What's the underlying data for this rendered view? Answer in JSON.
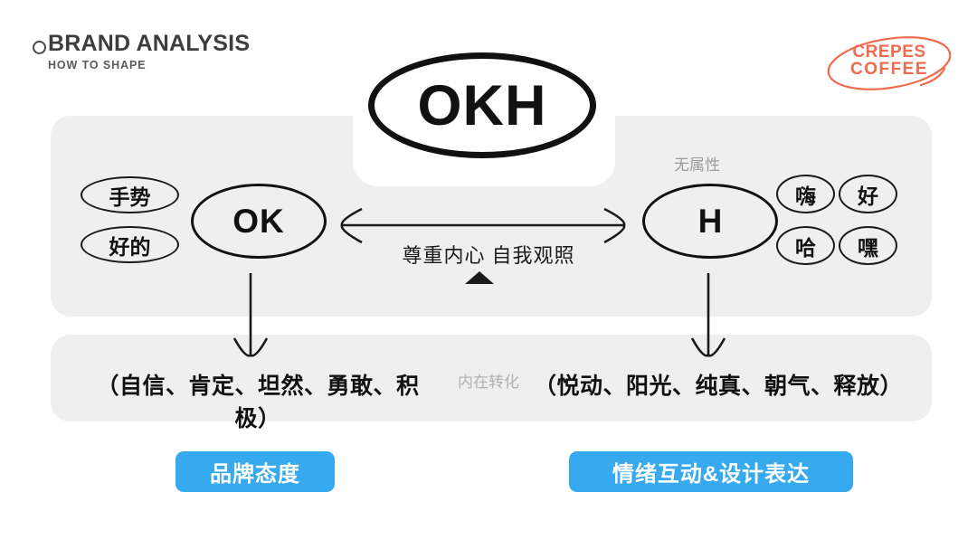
{
  "header": {
    "title": "BRAND ANALYSIS",
    "subtitle": "HOW TO SHAPE",
    "bullet_icon": "circle-outline-icon"
  },
  "brand_logo": {
    "line1": "CREPES",
    "line2": "COFFEE",
    "color": "#ef6a4e"
  },
  "diagram": {
    "center_node": "OKH",
    "left": {
      "node": "OK",
      "tags": [
        "手势",
        "好的"
      ],
      "attributes": "（自信、肯定、坦然、勇敢、积极）",
      "category": "品牌态度"
    },
    "right": {
      "node": "H",
      "node_label": "无属性",
      "tags": [
        "嗨",
        "好",
        "哈",
        "嘿"
      ],
      "attributes": "（悦动、阳光、纯真、朝气、释放）",
      "category": "情绪互动&设计表达"
    },
    "center_phrase": "尊重内心  自我观照",
    "transform_label": "内在转化"
  },
  "colors": {
    "panel": "#efefef",
    "accent_blue": "#37a9ee",
    "ink": "#111111",
    "muted": "#9b9b9b"
  }
}
